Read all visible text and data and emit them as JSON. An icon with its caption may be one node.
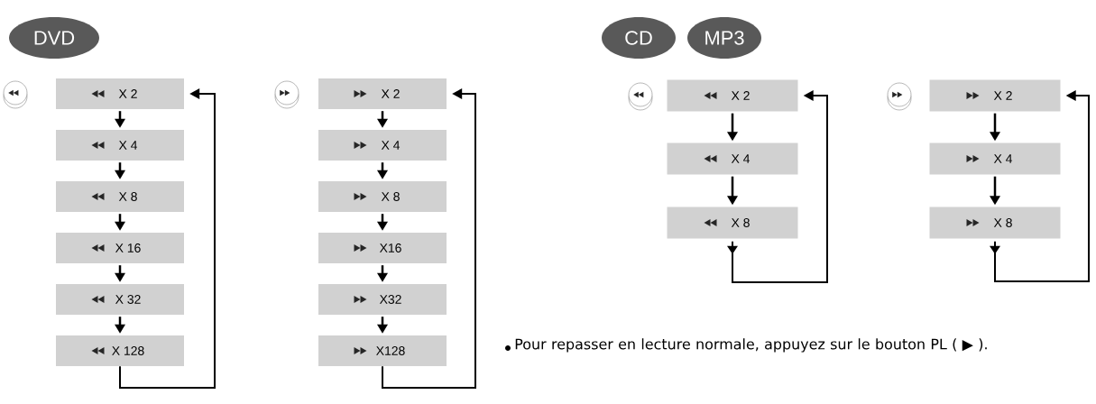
{
  "diagram": {
    "nodes": [
      {
        "text": [
          "DVD"
        ]
      },
      {
        "text": [
          "X 2"
        ]
      },
      {
        "text": [
          "X 4"
        ]
      },
      {
        "text": [
          "X 8"
        ]
      },
      {
        "text": [
          "X 16"
        ]
      },
      {
        "text": [
          "X 32"
        ]
      },
      {
        "text": [
          "X 128"
        ]
      },
      {
        "text": [
          "X 2"
        ]
      },
      {
        "text": [
          "X 4"
        ]
      },
      {
        "text": [
          "X 8"
        ]
      },
      {
        "text": [
          "X16"
        ]
      },
      {
        "text": [
          "X32"
        ]
      },
      {
        "text": [
          "X128"
        ]
      },
      {
        "text": [
          "CD"
        ]
      },
      {
        "text": [
          "MP3"
        ]
      },
      {
        "text": [
          "X 2"
        ]
      },
      {
        "text": [
          "X 4"
        ]
      },
      {
        "text": [
          "X 8"
        ]
      },
      {
        "text": [
          "X 2"
        ]
      },
      {
        "text": [
          "X 4"
        ]
      },
      {
        "text": [
          "X 8"
        ]
      }
    ],
    "edges": [
      {
        "from": 1,
        "to": 2,
        "arrow": "to"
      },
      {
        "from": 2,
        "to": 3,
        "arrow": "to"
      },
      {
        "from": 3,
        "to": 4,
        "arrow": "to"
      },
      {
        "from": 4,
        "to": 5,
        "arrow": "to"
      },
      {
        "from": 5,
        "to": 6,
        "arrow": "to"
      },
      {
        "from": 6,
        "to": 1,
        "arrow": "to"
      },
      {
        "from": 7,
        "to": 8,
        "arrow": "to"
      },
      {
        "from": 8,
        "to": 9,
        "arrow": "to"
      },
      {
        "from": 9,
        "to": 10,
        "arrow": "to"
      },
      {
        "from": 10,
        "to": 11,
        "arrow": "to"
      },
      {
        "from": 11,
        "to": 12,
        "arrow": "to"
      },
      {
        "from": 12,
        "to": 7,
        "arrow": "to"
      },
      {
        "from": 15,
        "to": 16,
        "arrow": "to"
      },
      {
        "from": 16,
        "to": 17,
        "arrow": "to"
      },
      {
        "from": 17,
        "to": 15,
        "arrow": "to"
      },
      {
        "from": 18,
        "to": 19,
        "arrow": "to"
      },
      {
        "from": 19,
        "to": 20,
        "arrow": "to"
      },
      {
        "from": 20,
        "to": 18,
        "arrow": "to"
      }
    ],
    "labels": [
      "Pour repasser en lecture normale, appuyez sur le bouton PL ( ▶ )."
    ]
  }
}
